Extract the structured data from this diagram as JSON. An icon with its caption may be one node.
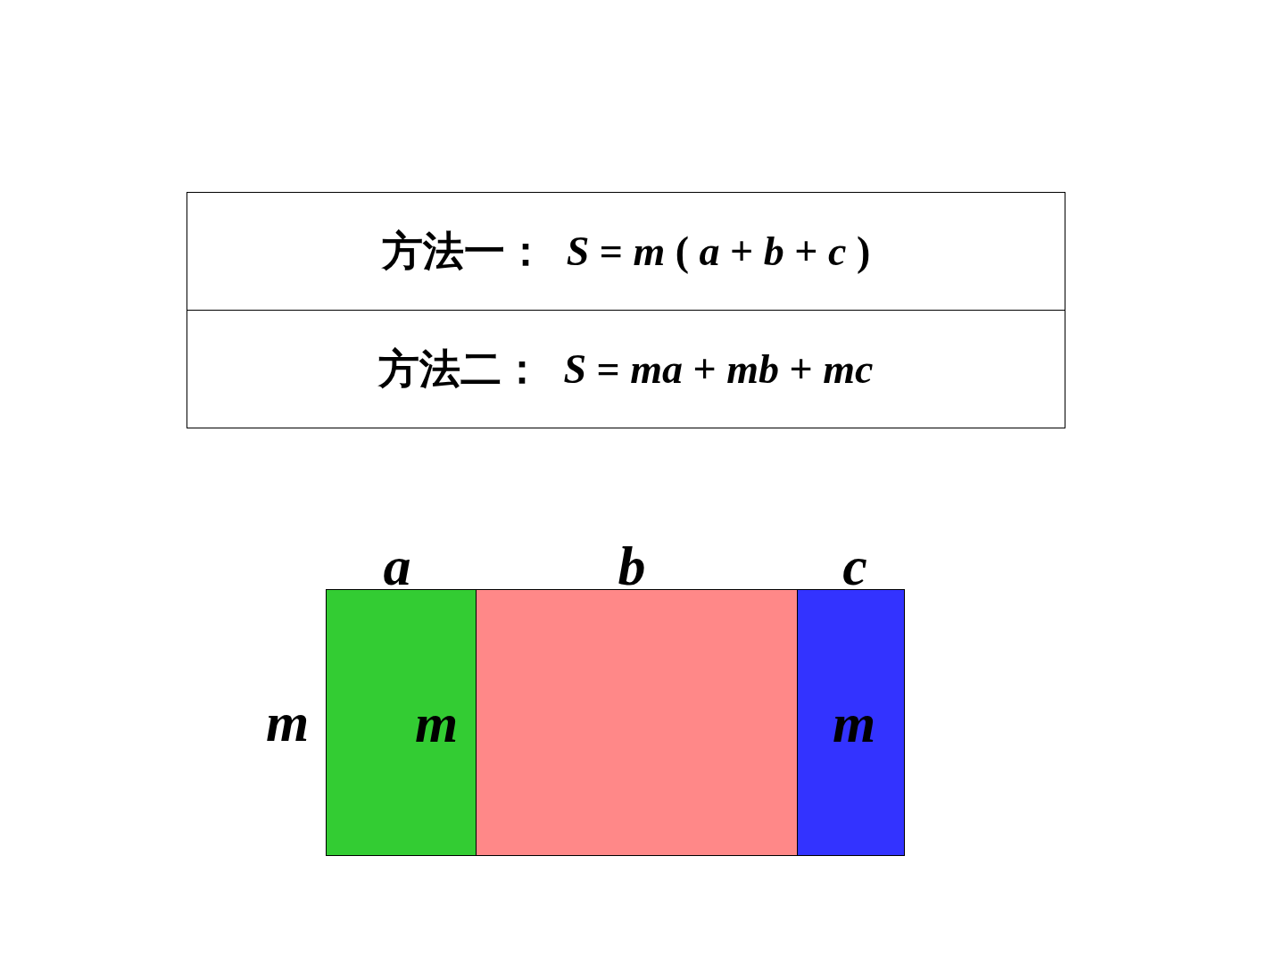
{
  "diagram": {
    "nodes": [
      {
        "text": [
          "方法一：  *S* = *m* ( *a* + *b* + *c* )"
        ]
      },
      {
        "text": [
          "方法二：  *S* = *ma* + *mb* + *mc*"
        ]
      },
      {
        "text": [
          "m"
        ]
      },
      {
        "text": [],
        "shape": "box"
      },
      {
        "text": [
          "m"
        ]
      }
    ],
    "labels": [
      "a",
      "b",
      "c",
      "m"
    ]
  }
}
